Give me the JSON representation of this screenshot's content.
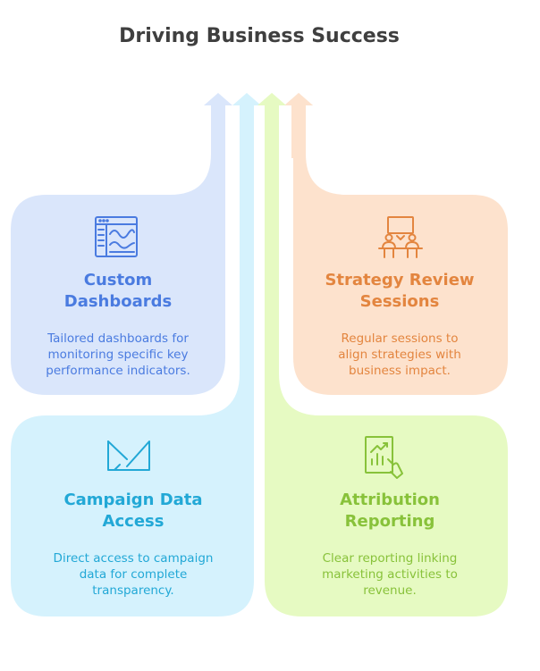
{
  "title": "Driving Business Success",
  "cards": [
    {
      "id": "custom-dashboards",
      "title": "Custom\nDashboards",
      "description": "Tailored dashboards for\nmonitoring specific key\nperformance indicators.",
      "icon": "dashboard-icon",
      "fill": "#dae6fb",
      "accent": "#4a7be0"
    },
    {
      "id": "strategy-review-sessions",
      "title": "Strategy Review\nSessions",
      "description": "Regular sessions to\nalign strategies with\nbusiness impact.",
      "icon": "meeting-icon",
      "fill": "#fde2cd",
      "accent": "#e3853f"
    },
    {
      "id": "campaign-data-access",
      "title": "Campaign Data\nAccess",
      "description": "Direct access to campaign\ndata for complete\ntransparency.",
      "icon": "data-access-icon",
      "fill": "#d5f2fd",
      "accent": "#22a8d6"
    },
    {
      "id": "attribution-reporting",
      "title": "Attribution\nReporting",
      "description": "Clear reporting linking\nmarketing activities to\nrevenue.",
      "icon": "report-chart-icon",
      "fill": "#e6fac2",
      "accent": "#88c23a"
    }
  ]
}
